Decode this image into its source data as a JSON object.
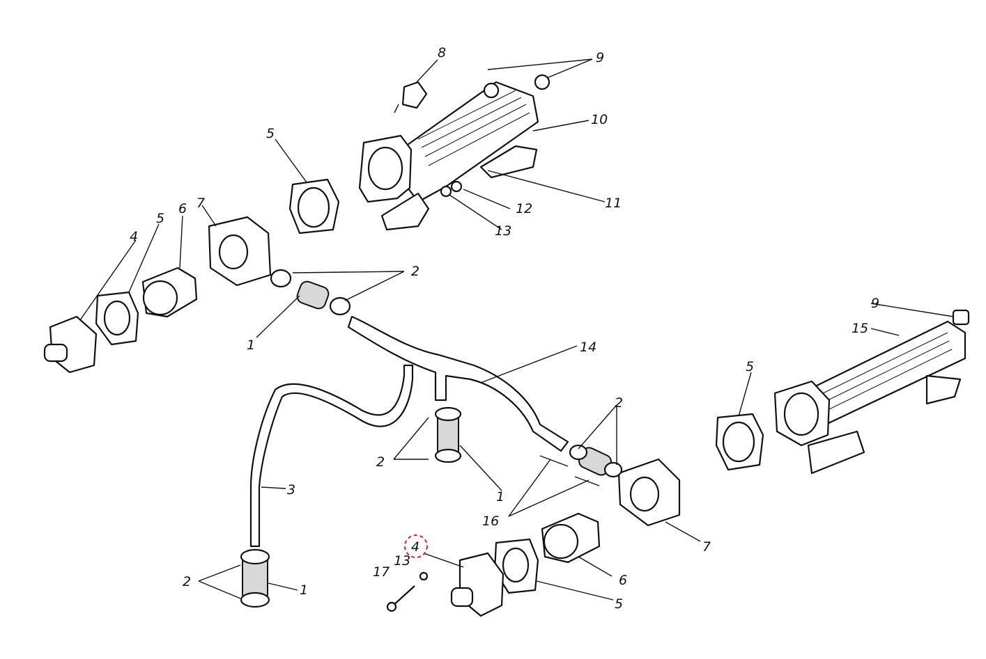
{
  "diagram": {
    "callouts": [
      {
        "id": "c8",
        "text": "8"
      },
      {
        "id": "c9a",
        "text": "9"
      },
      {
        "id": "c10",
        "text": "10"
      },
      {
        "id": "c11",
        "text": "11"
      },
      {
        "id": "c12",
        "text": "12"
      },
      {
        "id": "c13a",
        "text": "13"
      },
      {
        "id": "c5a",
        "text": "5"
      },
      {
        "id": "c7a",
        "text": "7"
      },
      {
        "id": "c6a",
        "text": "6"
      },
      {
        "id": "c5b",
        "text": "5"
      },
      {
        "id": "c4a",
        "text": "4"
      },
      {
        "id": "c2a",
        "text": "2"
      },
      {
        "id": "c1a",
        "text": "1"
      },
      {
        "id": "c14",
        "text": "14"
      },
      {
        "id": "c9b",
        "text": "9"
      },
      {
        "id": "c15",
        "text": "15"
      },
      {
        "id": "c5c",
        "text": "5"
      },
      {
        "id": "c2b",
        "text": "2"
      },
      {
        "id": "c1b",
        "text": "1"
      },
      {
        "id": "c3",
        "text": "3"
      },
      {
        "id": "c2c",
        "text": "2"
      },
      {
        "id": "c16",
        "text": "16"
      },
      {
        "id": "c7b",
        "text": "7"
      },
      {
        "id": "c4b",
        "text": "4"
      },
      {
        "id": "c13b",
        "text": "13"
      },
      {
        "id": "c17",
        "text": "17"
      },
      {
        "id": "c6b",
        "text": "6"
      },
      {
        "id": "c5d",
        "text": "5"
      },
      {
        "id": "c2d",
        "text": "2"
      },
      {
        "id": "c1c",
        "text": "1"
      }
    ],
    "highlight": {
      "target": "c4b",
      "color": "#e02020"
    },
    "colors": {
      "ink": "#111111",
      "background": "#ffffff"
    }
  }
}
